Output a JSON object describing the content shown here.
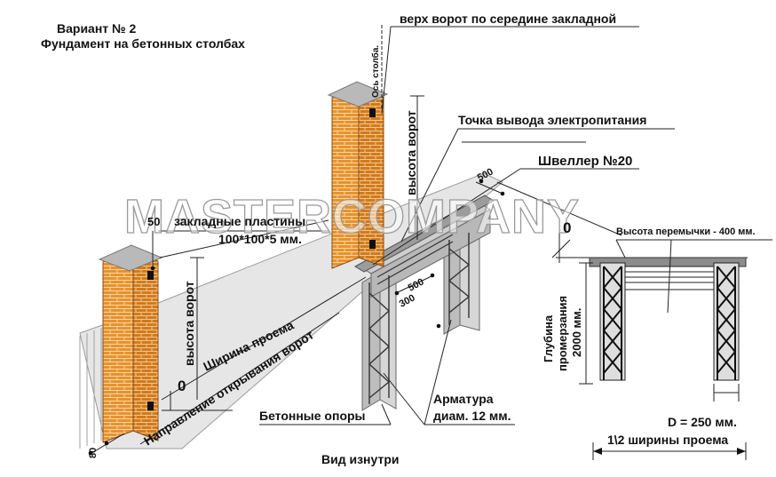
{
  "header": {
    "variant": "Вариант № 2",
    "subtitle": "Фундамент на бетонных столбах"
  },
  "labels": {
    "post_axis": "Ось столба.",
    "gate_top": "верх ворот по середине закладной",
    "power_point": "Точка вывода электропитания",
    "channel": "Швеллер №20",
    "gate_height_right": "высота ворот",
    "gate_height_left": "высота ворот",
    "embedded_plates_1": "закладные пластины",
    "embedded_plates_2": "100*100*5 мм.",
    "opening_width": "Ширина проема",
    "opening_direction": "Направление открывания ворот",
    "concrete_supports": "Бетонные опоры",
    "rebar_1": "Арматура",
    "rebar_2": "диам. 12 мм.",
    "inside_view": "Вид изнутри",
    "lintel_height": "Высота перемычки - 400 мм.",
    "freeze_depth_1": "Глубина",
    "freeze_depth_2": "промерзания",
    "freeze_depth_3": "2000 мм.",
    "diameter": "D = 250 мм.",
    "half_width": "1\\2 ширины проема",
    "watermark": "MASTERCOMPANY"
  },
  "dimensions": {
    "d50": "50",
    "d0_left": "0",
    "d0_right": "0",
    "d80": "80",
    "d500_top": "500",
    "d500_mid": "500",
    "d300": "300"
  },
  "colors": {
    "brick": "#e8922c",
    "brick_line": "#f6d6a8",
    "cap": "#b9b9b9",
    "slab": "#e6e6e6",
    "concrete": "#cfcfcf"
  }
}
